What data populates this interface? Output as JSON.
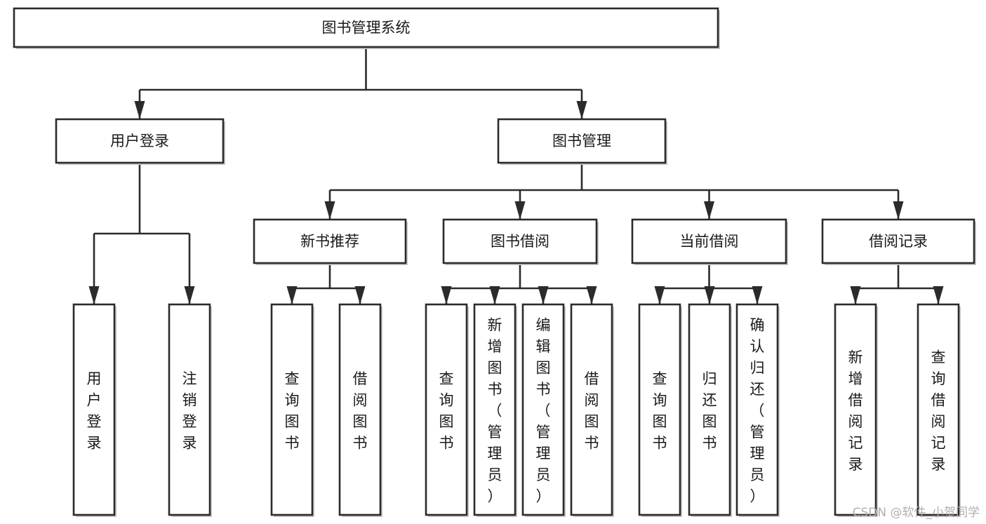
{
  "diagram": {
    "type": "tree-hierarchy-chart",
    "title": "图书管理系统",
    "root": {
      "id": "root",
      "label": "图书管理系统",
      "shape": "rectangle",
      "orientation": "horizontal-text"
    },
    "level2": [
      {
        "id": "user-login",
        "label": "用户登录",
        "shape": "rectangle",
        "orientation": "horizontal-text"
      },
      {
        "id": "book-manage",
        "label": "图书管理",
        "shape": "rectangle",
        "orientation": "horizontal-text"
      }
    ],
    "level3": [
      {
        "id": "new-book-rec",
        "label": "新书推荐",
        "parent": "book-manage",
        "shape": "rectangle",
        "orientation": "horizontal-text"
      },
      {
        "id": "book-borrow",
        "label": "图书借阅",
        "parent": "book-manage",
        "shape": "rectangle",
        "orientation": "horizontal-text"
      },
      {
        "id": "current-borrow",
        "label": "当前借阅",
        "parent": "book-manage",
        "shape": "rectangle",
        "orientation": "horizontal-text"
      },
      {
        "id": "borrow-record",
        "label": "借阅记录",
        "parent": "book-manage",
        "shape": "rectangle",
        "orientation": "horizontal-text"
      }
    ],
    "leaves": [
      {
        "id": "leaf-user-login",
        "parent": "user-login",
        "orientation": "vertical-text",
        "chars": [
          "用",
          "户",
          "登",
          "录"
        ]
      },
      {
        "id": "leaf-user-logout",
        "parent": "user-login",
        "orientation": "vertical-text",
        "chars": [
          "注",
          "销",
          "登",
          "录"
        ]
      },
      {
        "id": "leaf-rec-query",
        "parent": "new-book-rec",
        "orientation": "vertical-text",
        "chars": [
          "查",
          "询",
          "图",
          "书"
        ]
      },
      {
        "id": "leaf-rec-borrow",
        "parent": "new-book-rec",
        "orientation": "vertical-text",
        "chars": [
          "借",
          "阅",
          "图",
          "书"
        ]
      },
      {
        "id": "leaf-borrow-query",
        "parent": "book-borrow",
        "orientation": "vertical-text",
        "chars": [
          "查",
          "询",
          "图",
          "书"
        ]
      },
      {
        "id": "leaf-borrow-add",
        "parent": "book-borrow",
        "orientation": "vertical-text",
        "chars": [
          "新",
          "增",
          "图",
          "书",
          "（",
          "管",
          "理",
          "员",
          "）"
        ]
      },
      {
        "id": "leaf-borrow-edit",
        "parent": "book-borrow",
        "orientation": "vertical-text",
        "chars": [
          "编",
          "辑",
          "图",
          "书",
          "（",
          "管",
          "理",
          "员",
          "）"
        ]
      },
      {
        "id": "leaf-borrow-do",
        "parent": "book-borrow",
        "orientation": "vertical-text",
        "chars": [
          "借",
          "阅",
          "图",
          "书"
        ]
      },
      {
        "id": "leaf-cur-query",
        "parent": "current-borrow",
        "orientation": "vertical-text",
        "chars": [
          "查",
          "询",
          "图",
          "书"
        ]
      },
      {
        "id": "leaf-cur-return",
        "parent": "current-borrow",
        "orientation": "vertical-text",
        "chars": [
          "归",
          "还",
          "图",
          "书"
        ]
      },
      {
        "id": "leaf-cur-confirm",
        "parent": "current-borrow",
        "orientation": "vertical-text",
        "chars": [
          "确",
          "认",
          "归",
          "还",
          "（",
          "管",
          "理",
          "员",
          "）"
        ]
      },
      {
        "id": "leaf-rec-add",
        "parent": "borrow-record",
        "orientation": "vertical-text",
        "chars": [
          "新",
          "增",
          "借",
          "阅",
          "记",
          "录"
        ]
      },
      {
        "id": "leaf-rec-find",
        "parent": "borrow-record",
        "orientation": "vertical-text",
        "chars": [
          "查",
          "询",
          "借",
          "阅",
          "记",
          "录"
        ]
      }
    ],
    "leaf_labels": {
      "leaf-user-login": "用户登录",
      "leaf-user-logout": "注销登录",
      "leaf-rec-query": "查询图书",
      "leaf-rec-borrow": "借阅图书",
      "leaf-borrow-query": "查询图书",
      "leaf-borrow-add": "新增图书（管理员）",
      "leaf-borrow-edit": "编辑图书（管理员）",
      "leaf-borrow-do": "借阅图书",
      "leaf-cur-query": "查询图书",
      "leaf-cur-return": "归还图书",
      "leaf-cur-confirm": "确认归还（管理员）",
      "leaf-rec-add": "新增借阅记录",
      "leaf-rec-find": "查询借阅记录"
    },
    "colors": {
      "box_stroke": "#2b2b2b",
      "box_fill": "#ffffff",
      "text": "#1a1a1a",
      "connector": "#2b2b2b",
      "shadow": "#c9c9c9",
      "watermark": "#b0b0b0",
      "background": "#ffffff"
    }
  },
  "watermark": {
    "text": "CSDN @软件_小贺同学"
  }
}
